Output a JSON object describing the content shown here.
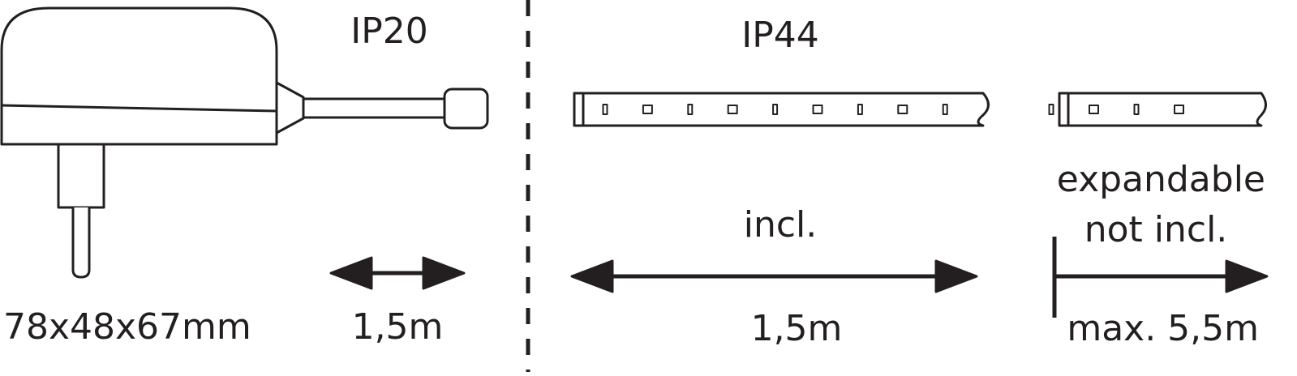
{
  "colors": {
    "ink": "#231f20",
    "background": "#ffffff"
  },
  "labels": {
    "ip_left": "IP20",
    "ip_right": "IP44",
    "adapter_dimensions": "78x48x67mm",
    "cable_length": "1,5m",
    "strip_included": "incl.",
    "strip_length": "1,5m",
    "expandable": "expandable",
    "not_included": "not incl.",
    "max_length": "max. 5,5m"
  }
}
